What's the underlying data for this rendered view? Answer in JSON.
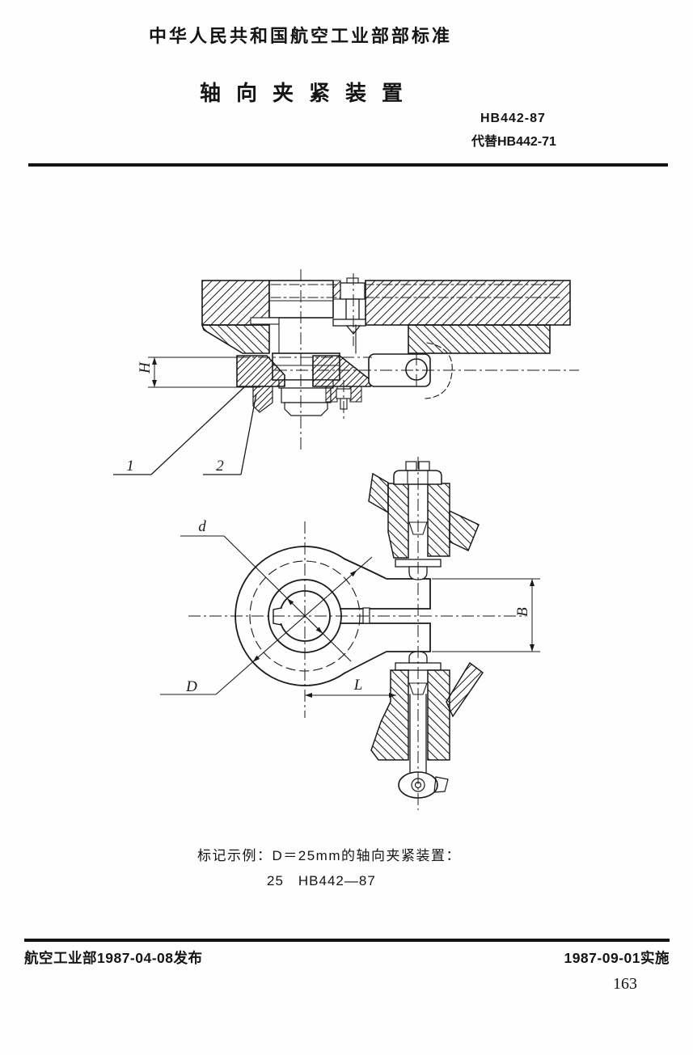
{
  "doc": {
    "header": "中华人民共和国航空工业部部标准",
    "title": "轴向夹紧装置",
    "standard_code": "HB442-87",
    "supersedes": "代替HB442-71",
    "marking_example_line1": "标记示例：D＝25mm的轴向夹紧装置：",
    "marking_example_line2": "25　HB442—87",
    "footer_issue": "航空工业部1987-04-08发布",
    "footer_effective": "1987-09-01实施",
    "page_number": "163"
  },
  "drawing": {
    "dim_H": "H",
    "callout_1": "1",
    "callout_2": "2",
    "dim_d": "d",
    "dim_D": "D",
    "dim_B": "B",
    "dim_L": "L"
  },
  "colors": {
    "ink": "#1a1a1a",
    "paper": "#fefefe"
  }
}
